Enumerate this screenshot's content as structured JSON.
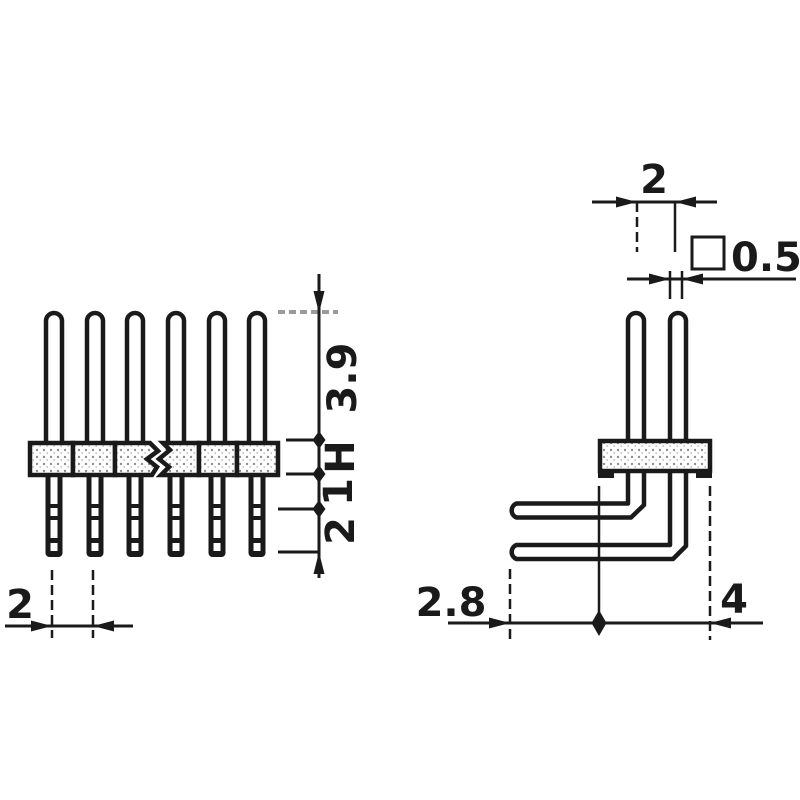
{
  "front_view": {
    "label_pin_length": "3.9",
    "label_body_height": "H",
    "label_shoulder": "1",
    "label_tail": "2",
    "label_pitch": "2"
  },
  "side_view": {
    "label_pitch": "2",
    "label_pin_square": "0.5",
    "label_tip_to_center": "2.8",
    "label_center_to_back": "4"
  }
}
